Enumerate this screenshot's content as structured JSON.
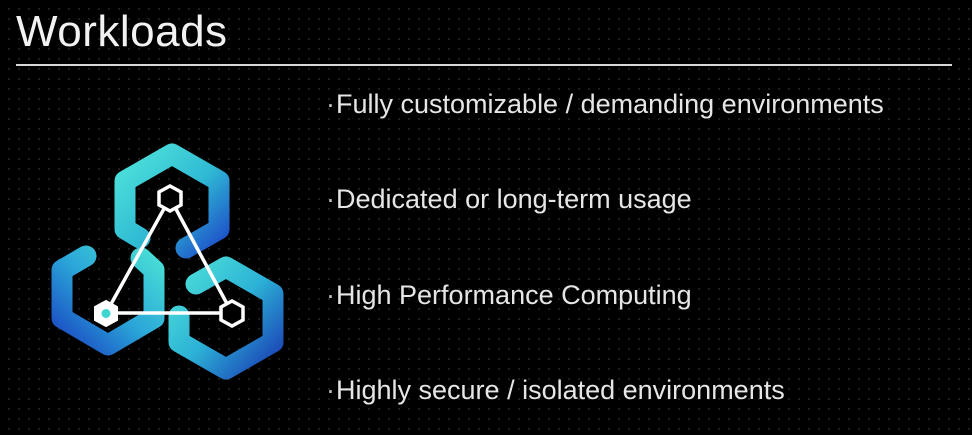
{
  "slide": {
    "title": "Workloads",
    "bullets": [
      {
        "marker": "·",
        "text": "Fully customizable /  demanding environments"
      },
      {
        "marker": "·",
        "text": "Dedicated or long-term usage"
      },
      {
        "marker": "·",
        "text": "High Performance Computing"
      },
      {
        "marker": "·",
        "text": "Highly secure / isolated environments"
      }
    ]
  },
  "colors": {
    "background": "#000000",
    "accent_teal": "#3ed6d0",
    "accent_blue": "#1f5fd6",
    "text": "#e6e6e6"
  },
  "icons": {
    "logo": "hexagon-network-logo-icon"
  }
}
